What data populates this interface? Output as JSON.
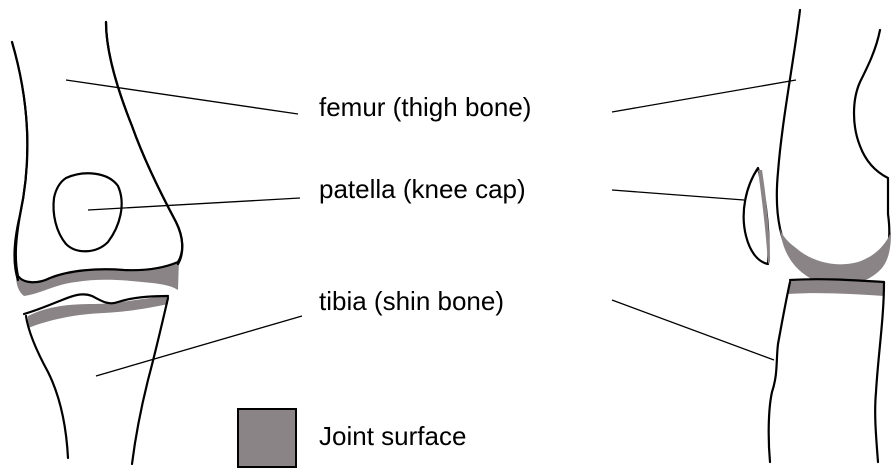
{
  "labels": {
    "femur": "femur (thigh bone)",
    "patella": "patella (knee cap)",
    "tibia": "tibia (shin bone)"
  },
  "legend": {
    "label": "Joint surface",
    "swatch_color": "#8a8487"
  },
  "colors": {
    "bone_fill": "#ffffff",
    "outline": "#000000",
    "joint_surface": "#8a8487"
  }
}
